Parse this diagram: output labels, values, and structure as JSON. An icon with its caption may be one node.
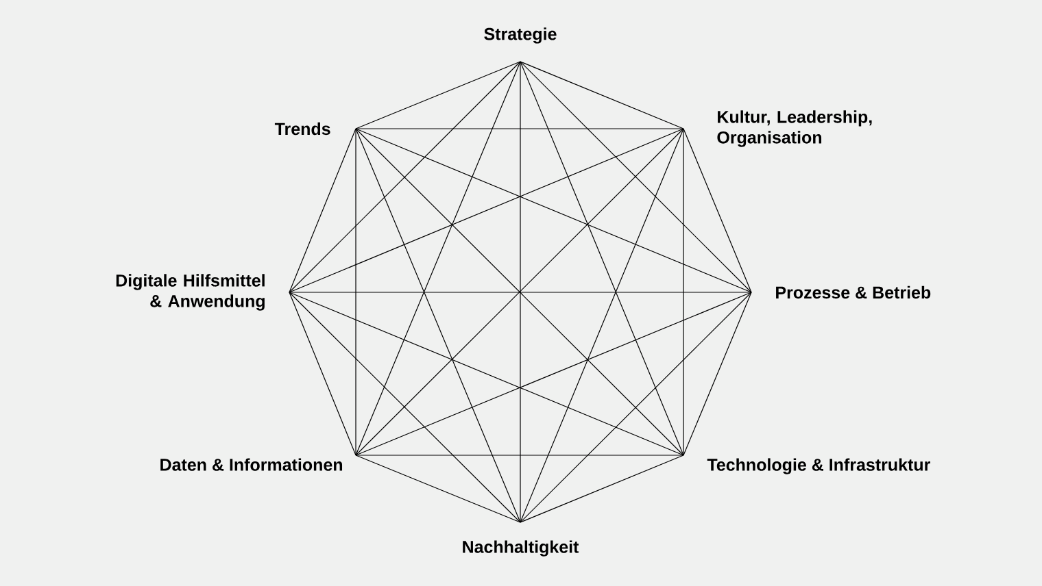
{
  "diagram": {
    "nodes": [
      {
        "text": [
          "Strategie"
        ]
      },
      {
        "text": [
          "Trends"
        ]
      },
      {
        "text": [
          "Kultur, Leadership, Organisation"
        ]
      },
      {
        "text": [
          "Digitale Hilfsmittel & Anwendung"
        ]
      },
      {
        "text": [
          "Prozesse & Betrieb"
        ]
      },
      {
        "text": [
          "Daten & Informationen"
        ]
      },
      {
        "text": [
          "Technologie & Infrastruktur"
        ]
      },
      {
        "text": [
          "Nachhaltigkeit"
        ]
      }
    ],
    "edges": [
      {
        "from": 0,
        "to": 1,
        "arrow": "none"
      },
      {
        "from": 0,
        "to": 2,
        "arrow": "none"
      },
      {
        "from": 0,
        "to": 3,
        "arrow": "none"
      },
      {
        "from": 0,
        "to": 4,
        "arrow": "none"
      },
      {
        "from": 0,
        "to": 5,
        "arrow": "none"
      },
      {
        "from": 0,
        "to": 6,
        "arrow": "none"
      },
      {
        "from": 0,
        "to": 7,
        "arrow": "none"
      },
      {
        "from": 1,
        "to": 2,
        "arrow": "none"
      },
      {
        "from": 1,
        "to": 3,
        "arrow": "none"
      },
      {
        "from": 1,
        "to": 4,
        "arrow": "none"
      },
      {
        "from": 1,
        "to": 5,
        "arrow": "none"
      },
      {
        "from": 1,
        "to": 6,
        "arrow": "none"
      },
      {
        "from": 1,
        "to": 7,
        "arrow": "none"
      },
      {
        "from": 2,
        "to": 3,
        "arrow": "none"
      },
      {
        "from": 2,
        "to": 4,
        "arrow": "none"
      },
      {
        "from": 2,
        "to": 5,
        "arrow": "none"
      },
      {
        "from": 2,
        "to": 6,
        "arrow": "none"
      },
      {
        "from": 2,
        "to": 7,
        "arrow": "none"
      },
      {
        "from": 3,
        "to": 4,
        "arrow": "none"
      },
      {
        "from": 3,
        "to": 5,
        "arrow": "none"
      },
      {
        "from": 3,
        "to": 6,
        "arrow": "none"
      },
      {
        "from": 3,
        "to": 7,
        "arrow": "none"
      },
      {
        "from": 4,
        "to": 5,
        "arrow": "none"
      },
      {
        "from": 4,
        "to": 6,
        "arrow": "none"
      },
      {
        "from": 4,
        "to": 7,
        "arrow": "none"
      },
      {
        "from": 5,
        "to": 6,
        "arrow": "none"
      },
      {
        "from": 5,
        "to": 7,
        "arrow": "none"
      },
      {
        "from": 6,
        "to": 7,
        "arrow": "none"
      }
    ]
  }
}
